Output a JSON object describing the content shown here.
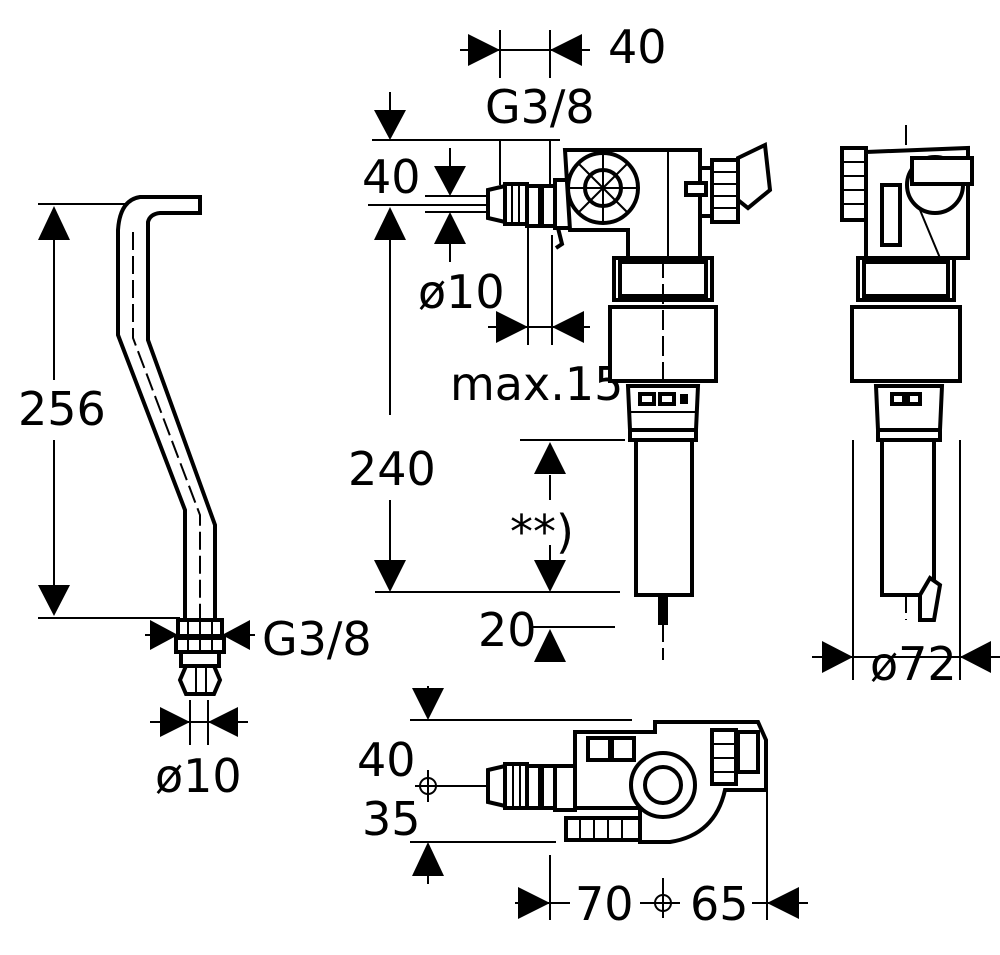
{
  "colors": {
    "ink": "#000000",
    "paper": "#ffffff"
  },
  "pipe": {
    "height_label": "256",
    "thread_label": "G3/8",
    "diameter_label": "ø10"
  },
  "valve_front": {
    "top_width_label": "40",
    "thread_label": "G3/8",
    "inlet_offset_label": "40",
    "inlet_diameter_label": "ø10",
    "max_label": "max.15",
    "height_label": "240",
    "adjust_label": "**)",
    "bottom_label": "20"
  },
  "valve_side": {
    "diameter_label": "ø72"
  },
  "valve_top": {
    "offset_upper_label": "40",
    "offset_lower_label": "35",
    "width_left_label": "70",
    "width_right_label": "65"
  }
}
